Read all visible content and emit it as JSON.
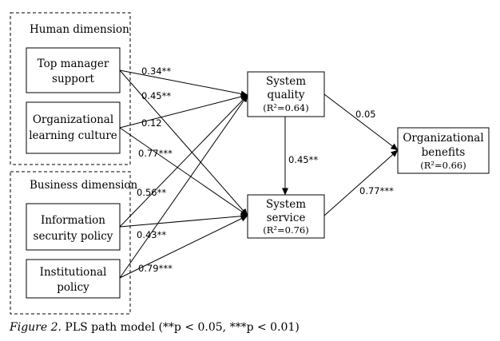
{
  "groups": {
    "human": "Human dimension",
    "business": "Business dimension"
  },
  "boxes": {
    "top_manager": [
      "Top manager",
      "support"
    ],
    "org_learning": [
      "Organizational",
      "learning culture"
    ],
    "info_security": [
      "Information",
      "security policy"
    ],
    "institutional": [
      "Institutional",
      "policy"
    ],
    "system_quality": {
      "lines": [
        "System",
        "quality"
      ],
      "r2": "(R²=0.64)"
    },
    "system_service": {
      "lines": [
        "System",
        "service"
      ],
      "r2": "(R²=0.76)"
    },
    "org_benefits": {
      "lines": [
        "Organizational",
        "benefits"
      ],
      "r2": "(R²=0.66)"
    }
  },
  "paths": [
    {
      "id": "tm-sq",
      "label": "0.34**"
    },
    {
      "id": "tm-ss",
      "label": "0.45**"
    },
    {
      "id": "olc-sq",
      "label": "0.12"
    },
    {
      "id": "olc-ss",
      "label": "0.77***"
    },
    {
      "id": "isp-sq",
      "label": "0.56**"
    },
    {
      "id": "isp-ss",
      "label": "0.43**"
    },
    {
      "id": "ip-sq",
      "label": "0.79***"
    },
    {
      "id": "ip-ss",
      "label": ""
    },
    {
      "id": "sq-ss",
      "label": "0.45**"
    },
    {
      "id": "sq-ob",
      "label": "0.05"
    },
    {
      "id": "ss-ob",
      "label": "0.77***"
    }
  ],
  "caption": {
    "figure": "Figure 2.",
    "text": " PLS path model (**p < 0.05, ***p < 0.01)"
  }
}
